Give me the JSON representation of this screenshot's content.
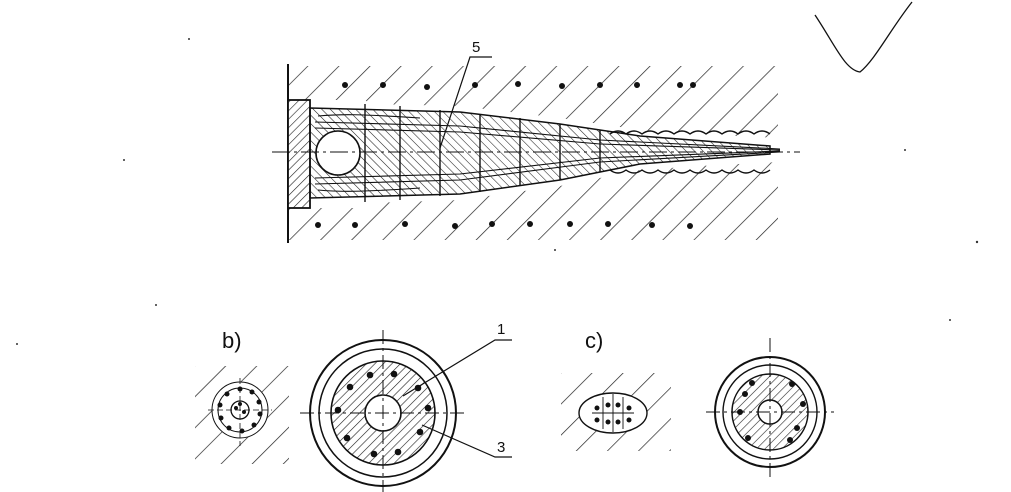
{
  "figure": {
    "labels": {
      "part_5": "5",
      "section_b": "b)",
      "section_c": "c)",
      "part_1": "1",
      "part_3": "3"
    },
    "colors": {
      "ink": "#111111",
      "paper": "#ffffff"
    }
  }
}
